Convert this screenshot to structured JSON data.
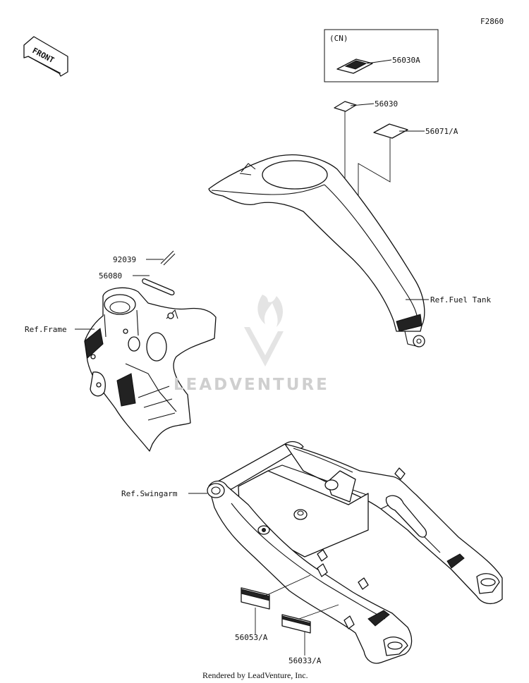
{
  "figure_code": "F2860",
  "front_arrow": "FRONT",
  "inset_label": "(CN)",
  "callouts": {
    "p56030A": "56030A",
    "p56030": "56030",
    "p56071A": "56071/A",
    "ref_fuel_tank": "Ref.Fuel Tank",
    "p92039": "92039",
    "p56080": "56080",
    "ref_frame": "Ref.Frame",
    "ref_swingarm": "Ref.Swingarm",
    "p56053A": "56053/A",
    "p56033A": "56033/A"
  },
  "watermark": "LEADVENTURE",
  "footer": "Rendered by LeadVenture, Inc."
}
